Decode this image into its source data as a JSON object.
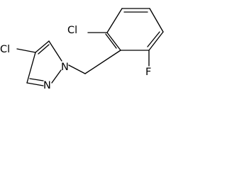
{
  "molecule": {
    "atoms": {
      "cl_pyrazole": "Cl",
      "n1": "N",
      "n2": "N",
      "cl_phenyl": "Cl",
      "f": "F"
    }
  },
  "colors": {
    "bond": "#000000",
    "text": "#000000",
    "background": "#ffffff"
  }
}
